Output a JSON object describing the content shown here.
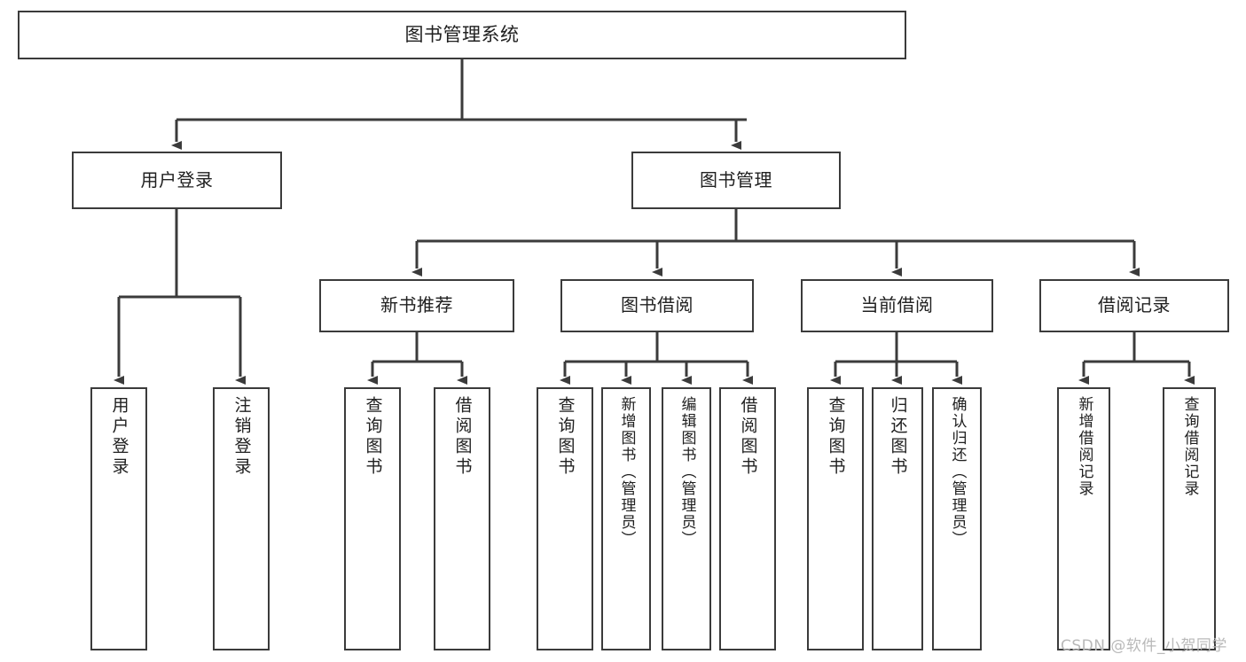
{
  "diagram": {
    "title": "图书管理系统",
    "type": "tree-hierarchy",
    "watermark": "CSDN @软件_小贺同学",
    "colors": {
      "background": "#ffffff",
      "border": "#3b3b3b",
      "text": "#202020",
      "edge": "#3b3b3b",
      "watermark": "#b9b9b9"
    },
    "nodes": {
      "root": {
        "label": "图书管理系统"
      },
      "level1": [
        {
          "id": "user-login",
          "label": "用户登录"
        },
        {
          "id": "book-management",
          "label": "图书管理"
        }
      ],
      "level2": [
        {
          "id": "new-book-recommend",
          "label": "新书推荐",
          "parent": "book-management"
        },
        {
          "id": "book-borrow",
          "label": "图书借阅",
          "parent": "book-management"
        },
        {
          "id": "current-borrow",
          "label": "当前借阅",
          "parent": "book-management"
        },
        {
          "id": "borrow-record",
          "label": "借阅记录",
          "parent": "book-management"
        }
      ],
      "leaves": [
        {
          "id": "leaf-user-login",
          "label": "用户登录",
          "parent": "user-login"
        },
        {
          "id": "leaf-logout",
          "label": "注销登录",
          "parent": "user-login"
        },
        {
          "id": "leaf-query-book-1",
          "label": "查询图书",
          "parent": "new-book-recommend"
        },
        {
          "id": "leaf-borrow-book-1",
          "label": "借阅图书",
          "parent": "new-book-recommend"
        },
        {
          "id": "leaf-query-book-2",
          "label": "查询图书",
          "parent": "book-borrow"
        },
        {
          "id": "leaf-add-book",
          "label": "新增图书（管理员）",
          "parent": "book-borrow"
        },
        {
          "id": "leaf-edit-book",
          "label": "编辑图书（管理员）",
          "parent": "book-borrow"
        },
        {
          "id": "leaf-borrow-book-2",
          "label": "借阅图书",
          "parent": "book-borrow"
        },
        {
          "id": "leaf-query-book-3",
          "label": "查询图书",
          "parent": "current-borrow"
        },
        {
          "id": "leaf-return-book",
          "label": "归还图书",
          "parent": "current-borrow"
        },
        {
          "id": "leaf-confirm-return",
          "label": "确认归还（管理员）",
          "parent": "current-borrow"
        },
        {
          "id": "leaf-add-record",
          "label": "新增借阅记录",
          "parent": "borrow-record"
        },
        {
          "id": "leaf-query-record",
          "label": "查询借阅记录",
          "parent": "borrow-record"
        }
      ]
    }
  }
}
